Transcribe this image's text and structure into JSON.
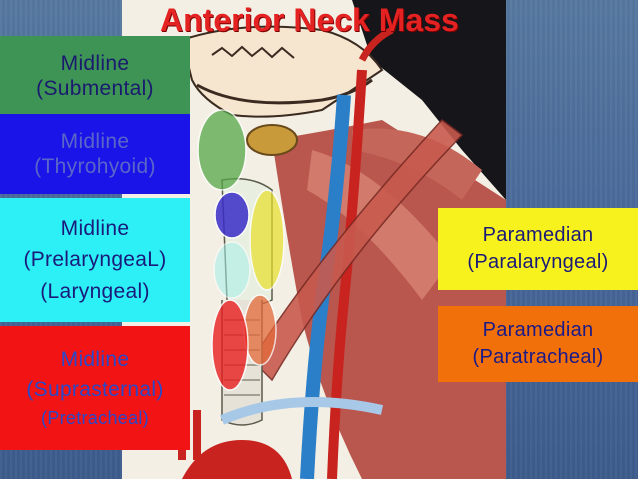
{
  "title": "Anterior Neck Mass",
  "labels": {
    "submental": {
      "line1": "Midline",
      "line2": "(Submental)",
      "bg": "#3d9455",
      "color": "#1a1a6e"
    },
    "thyrohyoid": {
      "line1": "Midline",
      "line2": "(Thyrohyoid)",
      "bg": "#1a14e8",
      "color": "#5a66c8"
    },
    "prelaryngeal": {
      "line1": "Midline",
      "line2": "(PrelaryngeaL)",
      "line3": "(Laryngeal)",
      "bg": "#2cf0f6",
      "color": "#1a1a7a"
    },
    "suprasternal": {
      "line1": "Midline",
      "line2": "(Suprasternal)",
      "line3": "(Pretracheal)",
      "bg": "#f21414",
      "color": "#2a48c8"
    },
    "paralaryngeal": {
      "line1": "Paramedian",
      "line2": "(Paralaryngeal)",
      "bg": "#f7f11e",
      "color": "#1a1a78"
    },
    "paratracheal": {
      "line1": "Paramedian",
      "line2": "(Paratracheal)",
      "bg": "#f2700a",
      "color": "#1a1a88"
    }
  }
}
